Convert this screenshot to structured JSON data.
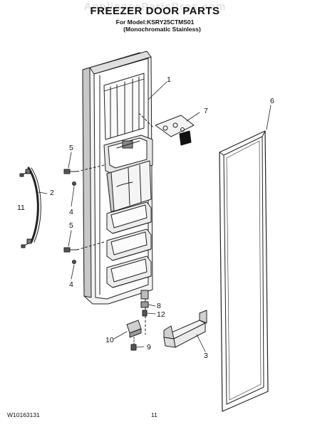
{
  "header": {
    "watermark": "AppliancePartsPros.com",
    "title": "FREEZER DOOR PARTS",
    "model_line": "For Model:KSRY25CTMS01",
    "finish_line": "(Monochromatic Stainless)"
  },
  "callouts": [
    "1",
    "7",
    "6",
    "5",
    "2",
    "11",
    "4",
    "5",
    "4",
    "8",
    "12",
    "10",
    "9",
    "3"
  ],
  "footer": {
    "part_code": "W10163131",
    "page_number": "11"
  }
}
